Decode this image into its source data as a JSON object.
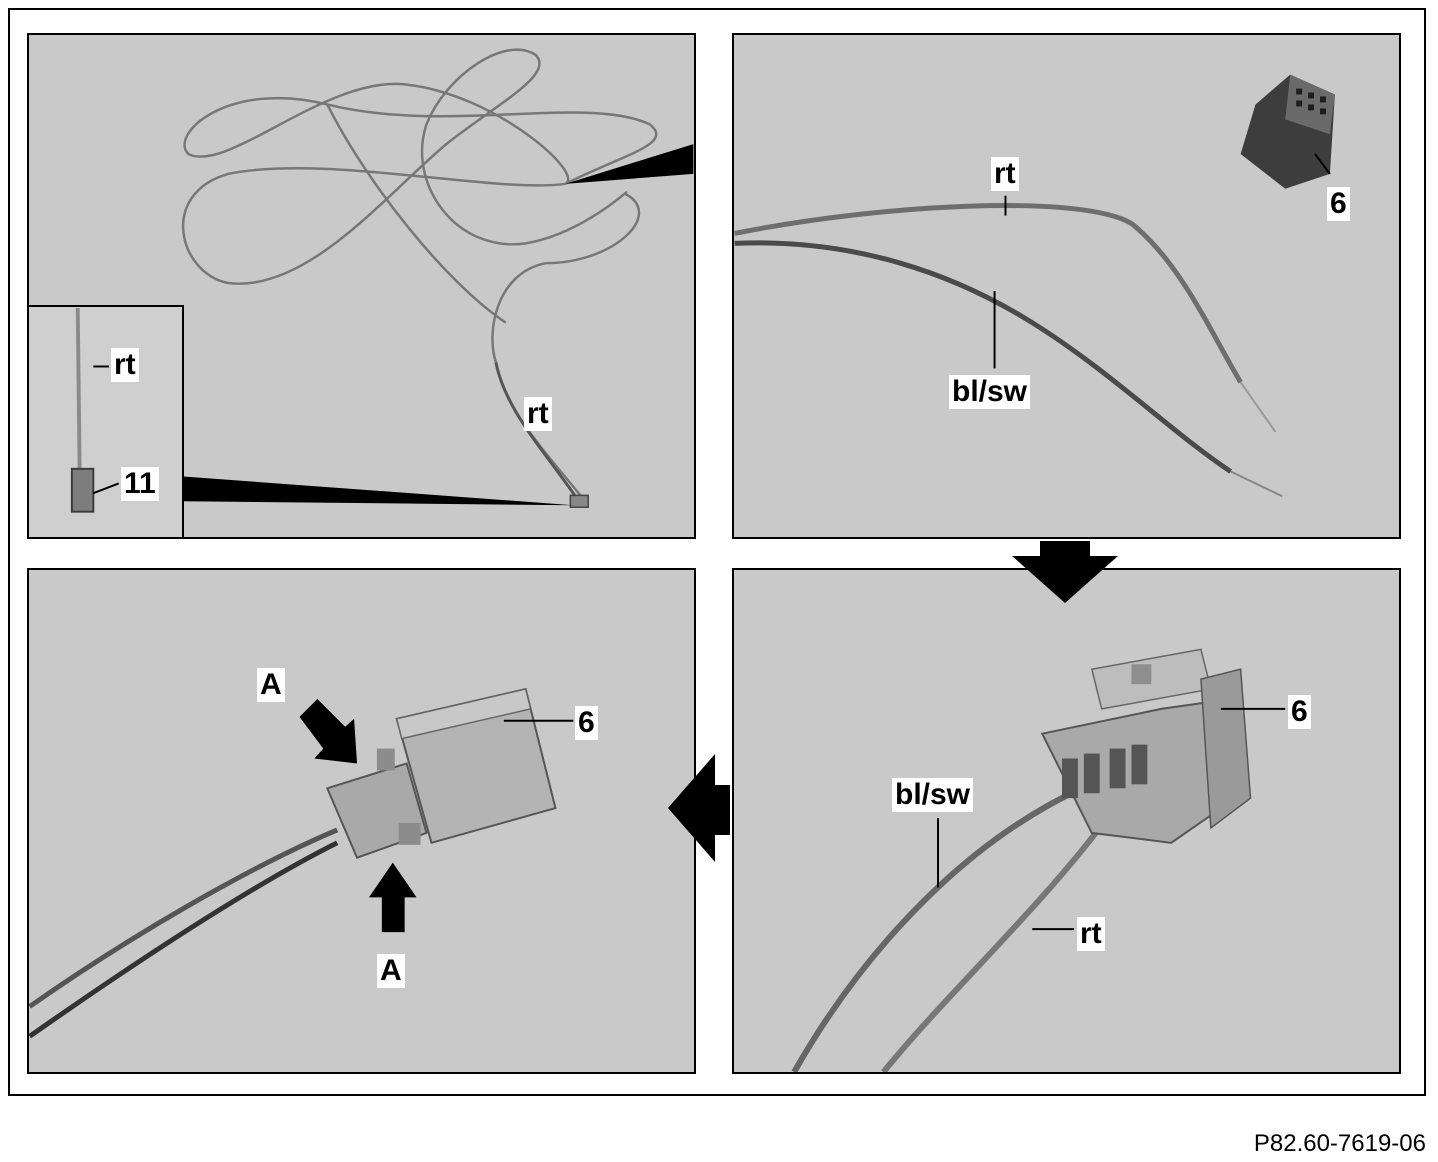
{
  "figure_id": "P82.60-7619-06",
  "labels": {
    "p1_inset_rt": "rt",
    "p1_inset_11": "11",
    "p1_rt": "rt",
    "p2_rt": "rt",
    "p2_6": "6",
    "p2_blsw": "bl/sw",
    "p3_a_top": "A",
    "p3_a_bottom": "A",
    "p3_6": "6",
    "p4_6": "6",
    "p4_blsw": "bl/sw",
    "p4_rt": "rt"
  },
  "colors": {
    "panel_bg": "#c9c9c9",
    "wire": "#6e6e6e",
    "wire_dark": "#3a3a3a",
    "connector": "#a9a9a9",
    "arrow": "#000000"
  }
}
